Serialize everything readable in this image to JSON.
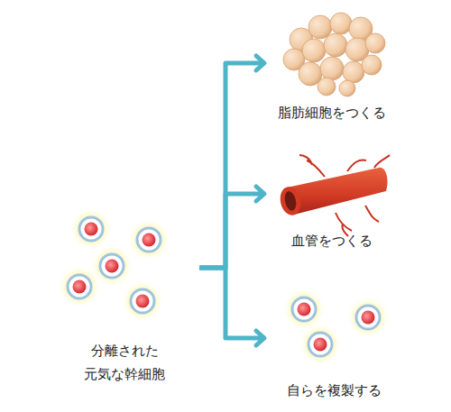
{
  "diagram": {
    "nodes": [
      {
        "text": [
          "分離された 元気な幹細胞"
        ]
      },
      {
        "text": [
          "脂肪細胞をつくる"
        ]
      },
      {
        "text": [
          "血管をつくる"
        ]
      },
      {
        "text": [
          "自らを複製する"
        ]
      }
    ],
    "edges": [
      {
        "from": 0,
        "to": 1,
        "arrow": "to"
      },
      {
        "from": 0,
        "to": 2,
        "arrow": "to"
      },
      {
        "from": 0,
        "to": 3,
        "arrow": "to"
      }
    ]
  }
}
